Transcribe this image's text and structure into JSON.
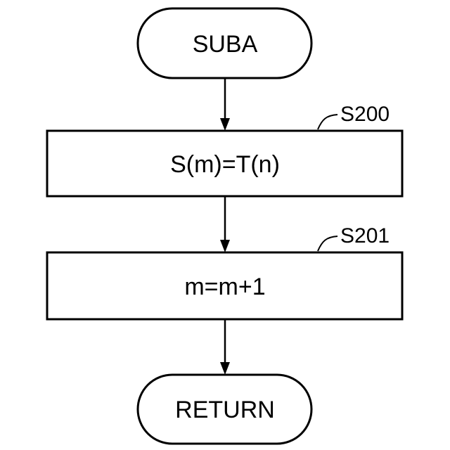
{
  "flowchart": {
    "start": {
      "label": "SUBA"
    },
    "steps": [
      {
        "id": "S200",
        "text": "S(m)=T(n)"
      },
      {
        "id": "S201",
        "text": "m=m+1"
      }
    ],
    "end": {
      "label": "RETURN"
    }
  }
}
